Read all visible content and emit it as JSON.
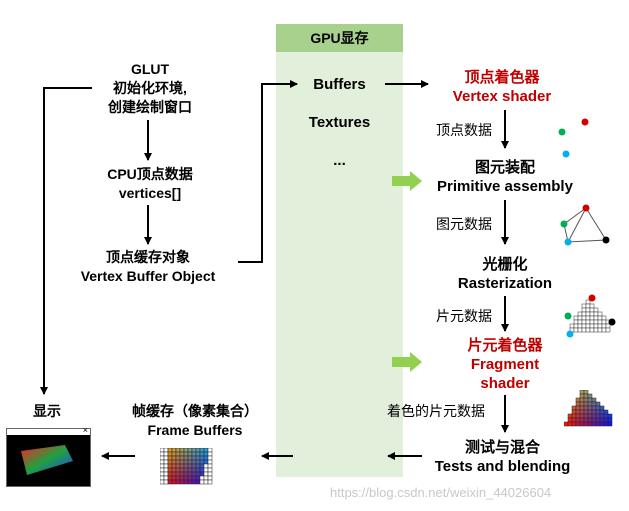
{
  "gpu": {
    "title": "GPU显存",
    "buffers": "Buffers",
    "textures": "Textures",
    "ellipsis": "..."
  },
  "left": {
    "glut": [
      "GLUT",
      "初始化环境,",
      "创建绘制窗口"
    ],
    "cpu": [
      "CPU顶点数据",
      "vertices[]"
    ],
    "vbo": [
      "顶点缓存对象",
      "Vertex Buffer Object"
    ],
    "display": "显示",
    "frame": [
      "帧缓存（像素集合）",
      "Frame Buffers"
    ]
  },
  "pipeline": {
    "vertex_shader": [
      "顶点着色器",
      "Vertex shader"
    ],
    "vertex_data": "顶点数据",
    "primitive_assembly": [
      "图元装配",
      "Primitive assembly"
    ],
    "primitive_data": "图元数据",
    "rasterization": [
      "光栅化",
      "Rasterization"
    ],
    "fragment_data": "片元数据",
    "fragment_shader": [
      "片元着色器",
      "Fragment",
      "shader"
    ],
    "colored_fragment_data": "着色的片元数据",
    "tests_blending": [
      "测试与混合",
      "Tests and blending"
    ]
  },
  "watermark": "https://blog.csdn.net/weixin_44026604",
  "colors": {
    "gpu_panel": "#e2efda",
    "gpu_header": "#a9d18e",
    "shader_text": "#c00000",
    "green_arrow": "#92d050"
  }
}
